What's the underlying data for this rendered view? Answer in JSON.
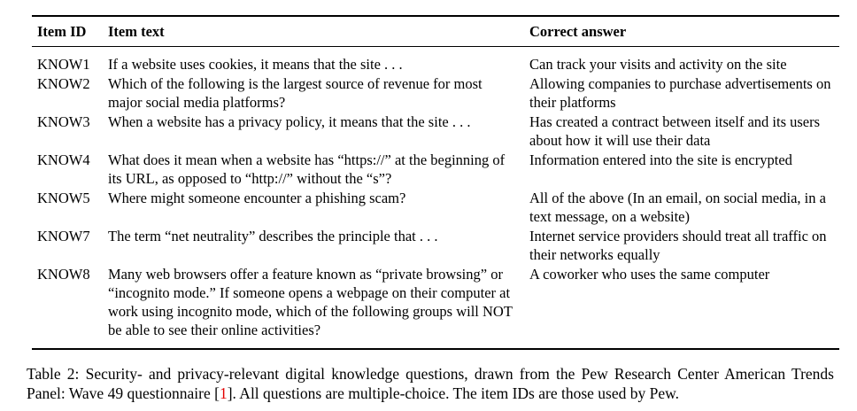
{
  "colors": {
    "text": "#000000",
    "background": "#ffffff",
    "rule": "#000000",
    "citation": "#e30000"
  },
  "table": {
    "headers": [
      "Item ID",
      "Item text",
      "Correct answer"
    ],
    "rows": [
      {
        "id": "KNOW1",
        "text": "If a website uses cookies, it means that the site . . .",
        "answer": "Can track your visits and activity on the site"
      },
      {
        "id": "KNOW2",
        "text": "Which of the following is the largest source of revenue for most major social media platforms?",
        "answer": "Allowing companies to purchase advertisements on their platforms"
      },
      {
        "id": "KNOW3",
        "text": "When a website has a privacy policy, it means that the site . . .",
        "answer": "Has created a contract between itself and its users about how it will use their data"
      },
      {
        "id": "KNOW4",
        "text": "What does it mean when a website has “https://” at the beginning of its URL, as opposed to “http://” without the “s”?",
        "answer": "Information entered into the site is encrypted"
      },
      {
        "id": "KNOW5",
        "text": "Where might someone encounter a phishing scam?",
        "answer": "All of the above (In an email, on social media, in a text message, on a website)"
      },
      {
        "id": "KNOW7",
        "text": "The term “net neutrality” describes the principle that . . .",
        "answer": "Internet service providers should treat all traffic on their networks equally"
      },
      {
        "id": "KNOW8",
        "text": "Many web browsers offer a feature known as “private browsing” or “incognito mode.” If someone opens a webpage on their computer at work using incognito mode, which of the following groups will NOT be able to see their online activities?",
        "answer": "A coworker who uses the same computer"
      }
    ]
  },
  "caption": {
    "before": "Table 2: Security- and privacy-relevant digital knowledge questions, drawn from the Pew Research Center American Trends Panel: Wave 49 questionnaire [",
    "citation": "1",
    "after": "]. All questions are multiple-choice. The item IDs are those used by Pew."
  }
}
